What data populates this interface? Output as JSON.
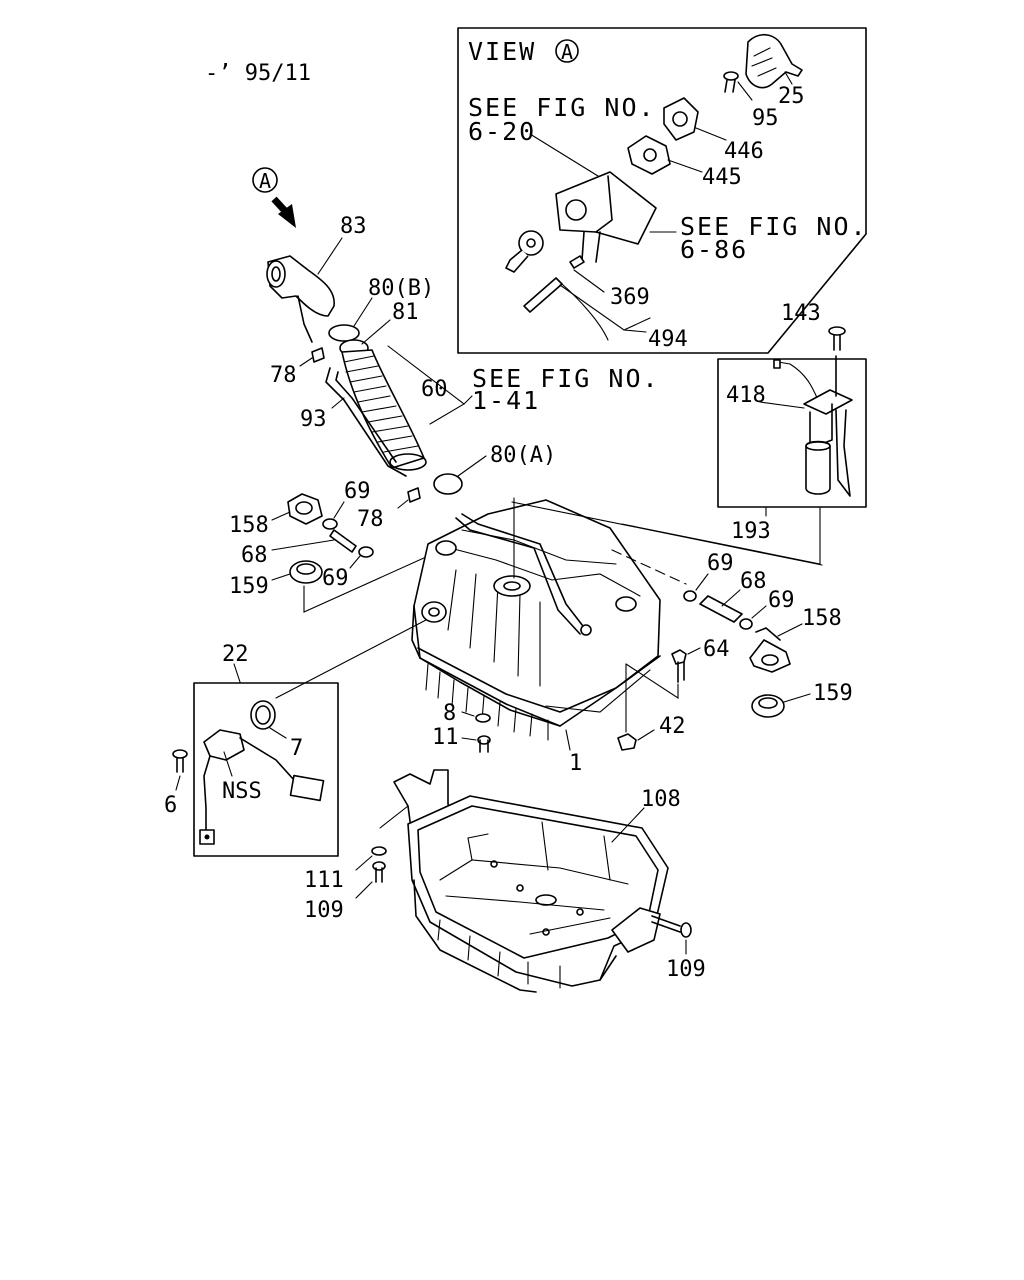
{
  "date_code": "-’ 95/11",
  "view_marker": "A",
  "view_box": {
    "view_label": "VIEW",
    "view_letter": "A",
    "see_fig_620_line1": "SEE FIG NO.",
    "see_fig_620_line2": "6-20",
    "see_fig_686_line1": "SEE FIG NO.",
    "see_fig_686_line2": "6-86"
  },
  "see_fig_141_line1": "SEE FIG NO.",
  "see_fig_141_line2": "1-41",
  "labels": {
    "p25": "25",
    "p95": "95",
    "p446": "446",
    "p445": "445",
    "p369": "369",
    "p494": "494",
    "p143": "143",
    "p418": "418",
    "p193": "193",
    "p83": "83",
    "p80b": "80(B)",
    "p81": "81",
    "p78a": "78",
    "p93": "93",
    "p60": "60",
    "p80a": "80(A)",
    "p69a": "69",
    "p78b": "78",
    "p158a": "158",
    "p68a": "68",
    "p159a": "159",
    "p69b": "69",
    "p69c": "69",
    "p68b": "68",
    "p69d": "69",
    "p158b": "158",
    "p64": "64",
    "p159b": "159",
    "p22": "22",
    "p7": "7",
    "p6": "6",
    "pnss": "NSS",
    "p8": "8",
    "p11": "11",
    "p1": "1",
    "p42": "42",
    "p108": "108",
    "p111": "111",
    "p109a": "109",
    "p109b": "109"
  }
}
